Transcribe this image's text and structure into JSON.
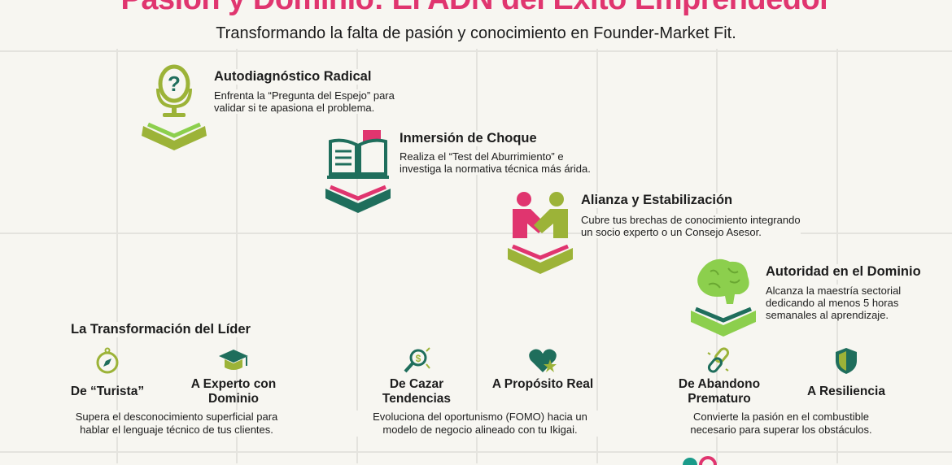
{
  "header": {
    "title": "Pasión y Dominio: El ADN del Éxito Emprendedor",
    "subtitle": "Transformando la falta de pasión y conocimiento en Founder-Market Fit."
  },
  "colors": {
    "pink": "#e0356f",
    "olive": "#9cb338",
    "teal": "#1f6e5c",
    "lime": "#8ccf4d"
  },
  "steps": [
    {
      "icon": "mirror-question-icon",
      "title": "Autodiagnóstico Radical",
      "lines": [
        "Enfrenta la “Pregunta del Espejo” para",
        "validar si te apasiona el problema."
      ]
    },
    {
      "icon": "open-book-icon",
      "title": "Inmersión de Choque",
      "lines": [
        "Realiza el “Test del Aburrimiento” e",
        "investiga la normativa técnica más árida."
      ]
    },
    {
      "icon": "handshake-icon",
      "title": "Alianza y Estabilización",
      "lines": [
        "Cubre tus brechas de conocimiento integrando",
        "un socio experto o un Consejo Asesor."
      ]
    },
    {
      "icon": "brain-icon",
      "title": "Autoridad en el Dominio",
      "lines": [
        "Alcanza la maestría sectorial",
        "dedicando al menos 5 horas",
        "semanales al aprendizaje."
      ]
    }
  ],
  "transformation": {
    "title": "La Transformación del Líder",
    "pairs": [
      {
        "from": {
          "icon": "compass-icon",
          "label": "De “Turista”"
        },
        "to": {
          "icon": "graduation-cap-icon",
          "label": "A Experto con Dominio"
        },
        "lines": [
          "Supera el desconocimiento superficial para",
          "hablar el lenguaje técnico de tus clientes."
        ]
      },
      {
        "from": {
          "icon": "magnifier-dollar-icon",
          "label": "De Cazar Tendencias"
        },
        "to": {
          "icon": "heart-star-icon",
          "label": "A Propósito Real"
        },
        "lines": [
          "Evoluciona del oportunismo (FOMO) hacia un",
          "modelo de negocio alineado con tu Ikigai."
        ]
      },
      {
        "from": {
          "icon": "broken-chain-icon",
          "label": "De Abandono Prematuro"
        },
        "to": {
          "icon": "shield-icon",
          "label": "A Resiliencia"
        },
        "lines": [
          "Convierte la pasión en el combustible",
          "necesario para superar los obstáculos."
        ]
      }
    ]
  }
}
